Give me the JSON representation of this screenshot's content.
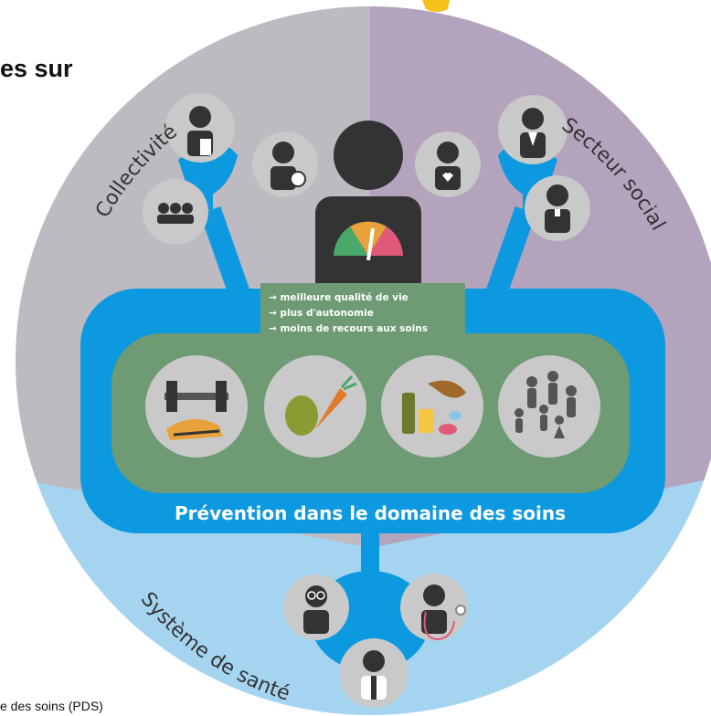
{
  "page": {
    "heading_fragment": "es sur",
    "caption_fragment": "e des soins (PDS)"
  },
  "diagram": {
    "sectors": {
      "collectivite": "Collectivité",
      "secteur_social": "Secteur social",
      "systeme_sante": "Système de santé"
    },
    "outcomes": [
      "→ meilleure qualité de vie",
      "→ plus d'autonomie",
      "→ moins de recours aux soins"
    ],
    "banner": "Prévention dans le domaine des soins",
    "icons": {
      "collectivite": [
        "person-with-child-icon",
        "person-with-ball-icon",
        "group-icon"
      ],
      "secteur_social": [
        "person-in-suit-icon",
        "person-with-heart-icon",
        "clergy-person-icon"
      ],
      "center": [
        "person-with-gauge-icon"
      ],
      "risk_factors": [
        "exercise-icon",
        "nutrition-icon",
        "substances-icon",
        "social-group-icon"
      ],
      "systeme_sante": [
        "person-with-glasses-icon",
        "doctor-icon",
        "pharmacist-icon"
      ]
    },
    "colors": {
      "collectivite_bg": "#bdbac2",
      "social_bg": "#b4a3bd",
      "sante_bg": "#a5d4f1",
      "connector_blue": "#0d99e0",
      "green": "#6e9a74",
      "dark_figure": "#333333",
      "icon_circle": "#c9c9c9",
      "white": "#ffffff"
    }
  }
}
